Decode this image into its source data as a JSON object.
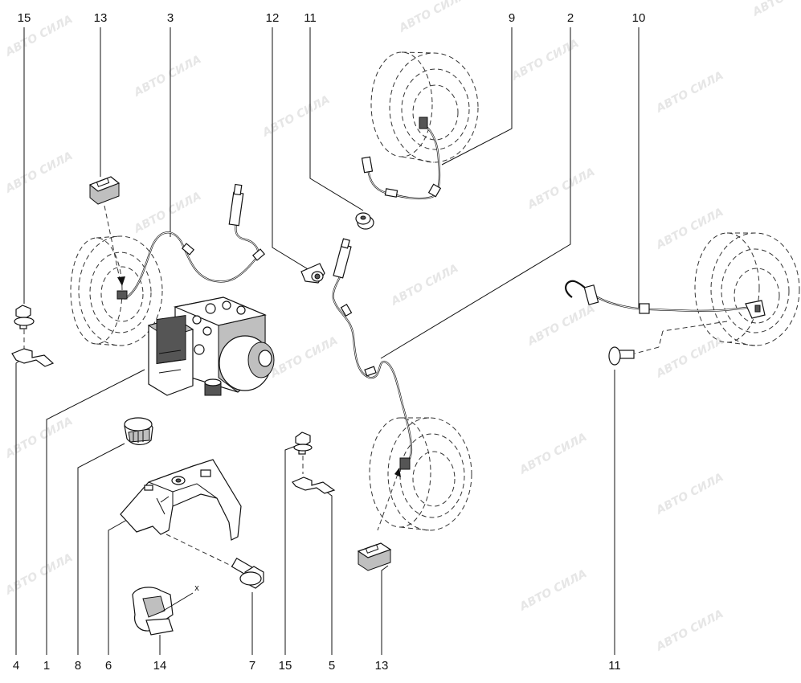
{
  "watermark": "АВТО СИЛА",
  "callouts_top": {
    "c15": "15",
    "c13": "13",
    "c3": "3",
    "c12": "12",
    "c11": "11",
    "c9": "9",
    "c2": "2",
    "c10": "10"
  },
  "callouts_bottom": {
    "c4": "4",
    "c1": "1",
    "c8": "8",
    "c6": "6",
    "c14": "14",
    "c7": "7",
    "c15": "15",
    "c5": "5",
    "c13": "13",
    "c11": "11"
  },
  "detail_marker": "x"
}
